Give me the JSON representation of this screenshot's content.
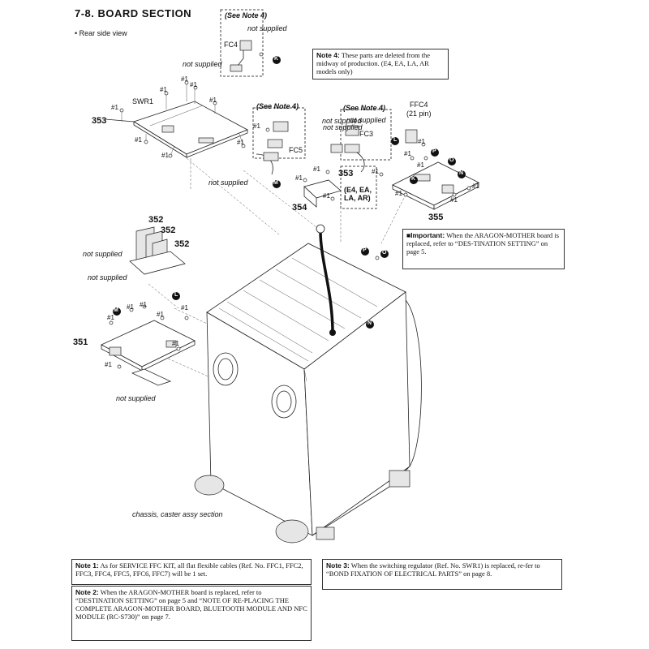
{
  "header": {
    "title": "7-8.  BOARD SECTION",
    "subtitle": "•  Rear side view"
  },
  "refs": {
    "r351": "351",
    "r352a": "352",
    "r352b": "352",
    "r352c": "352",
    "r353a": "353",
    "r353b": "353",
    "r354": "354",
    "r355": "355"
  },
  "labels": {
    "swr1": "SWR1",
    "fc4": "FC4",
    "fc5": "FC5",
    "fc3": "FC3",
    "ffc4": "FFC4",
    "ffc4_pins": "(21 pin)",
    "see_note4": "(See Note 4)",
    "not_supplied": "not supplied",
    "hash1": "#1",
    "models_box": "(E4, EA,\nLA, AR)",
    "chassis": "chassis, caster assy section",
    "circle_k": "K",
    "circle_m": "M",
    "circle_l": "L",
    "circle_n": "N",
    "circle_o": "O",
    "circle_p": "P"
  },
  "notes": {
    "note4_label": "Note 4:",
    "note4_text": "These parts are deleted from the midway of production. (E4, EA, LA, AR models only)",
    "important_label": "■Important:",
    "important_text": "When the ARAGON-MOTHER board is replaced, refer to “DES-TINATION SETTING” on page 5.",
    "note1_label": "Note 1:",
    "note1_text": "As for SERVICE FFC KIT, all flat flexible cables (Ref. No. FFC1, FFC2, FFC3, FFC4, FFC5, FFC6, FFC7) will be 1 set.",
    "note2_label": "Note 2:",
    "note2_text": "When the ARAGON-MOTHER board is replaced, refer to “DESTINATION SETTING” on page 5 and “NOTE OF RE-PLACING THE COMPLETE ARAGON-MOTHER BOARD, BLUETOOTH MODULE AND NFC MODULE (RC-S730)” on page 7.",
    "note3_label": "Note 3:",
    "note3_text": "When the switching regulator (Ref. No. SWR1) is replaced, re-fer to “BOND FIXATION OF ELECTRICAL PARTS” on page 8."
  }
}
